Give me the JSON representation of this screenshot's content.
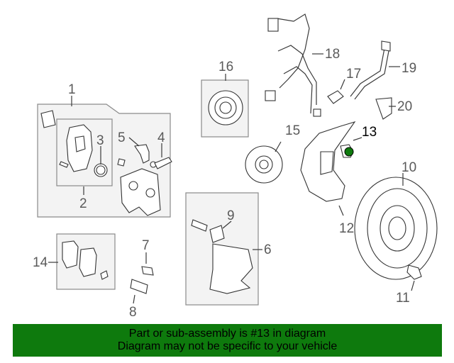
{
  "callouts": {
    "c1": "1",
    "c2": "2",
    "c3": "3",
    "c4": "4",
    "c5": "5",
    "c6": "6",
    "c7": "7",
    "c8": "8",
    "c9": "9",
    "c10": "10",
    "c11": "11",
    "c12": "12",
    "c13": "13",
    "c14": "14",
    "c15": "15",
    "c16": "16",
    "c17": "17",
    "c18": "18",
    "c19": "19",
    "c20": "20"
  },
  "highlight": {
    "part": "13",
    "color": "#0e7a0d"
  },
  "banner": {
    "line1": "Part or sub-assembly is #13 in diagram",
    "line2": "Diagram may not be specific to your vehicle",
    "background": "#0e7a0d"
  }
}
